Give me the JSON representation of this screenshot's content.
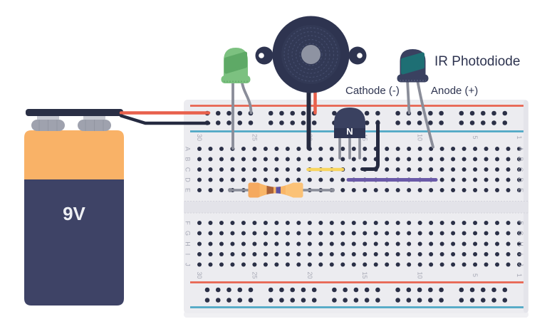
{
  "scene": {
    "battery": {
      "label": "9V"
    },
    "transistor": {
      "label": "N"
    },
    "photodiode": {
      "title": "IR Photodiode",
      "cathode_label": "Cathode (-)",
      "anode_label": "Anode (+)"
    }
  },
  "breadboard": {
    "column_labels": [
      "30",
      "25",
      "20",
      "15",
      "10",
      "5",
      "1"
    ],
    "row_labels_top": [
      "A",
      "B",
      "C",
      "D",
      "E"
    ],
    "row_labels_bottom": [
      "F",
      "G",
      "H",
      "I",
      "J"
    ]
  },
  "colors": {
    "board": "#ECECF0",
    "board_channel": "#E3E3E9",
    "hole": "#2B3047",
    "rail_red": "#E86450",
    "rail_blue": "#4FA8C5",
    "board_label": "#A8AAB6",
    "wire_red": "#E8604C",
    "wire_black": "#252A40",
    "wire_yellow": "#F8D55F",
    "wire_purple": "#6A5AA8",
    "lead_gray": "#8A8D99",
    "led_green": "#7CC180",
    "led_green_dark": "#5EA966",
    "buzzer_navy": "#2E3450",
    "component_navy": "#3A4160",
    "photodiode_window": "#1E6F74",
    "battery_orange": "#F9B267",
    "battery_navy": "#3E4366",
    "resistor_body": "#F9B668",
    "resistor_band_brown": "#A96138",
    "resistor_band_purple": "#5B50A0",
    "label_text": "#2E3450"
  }
}
